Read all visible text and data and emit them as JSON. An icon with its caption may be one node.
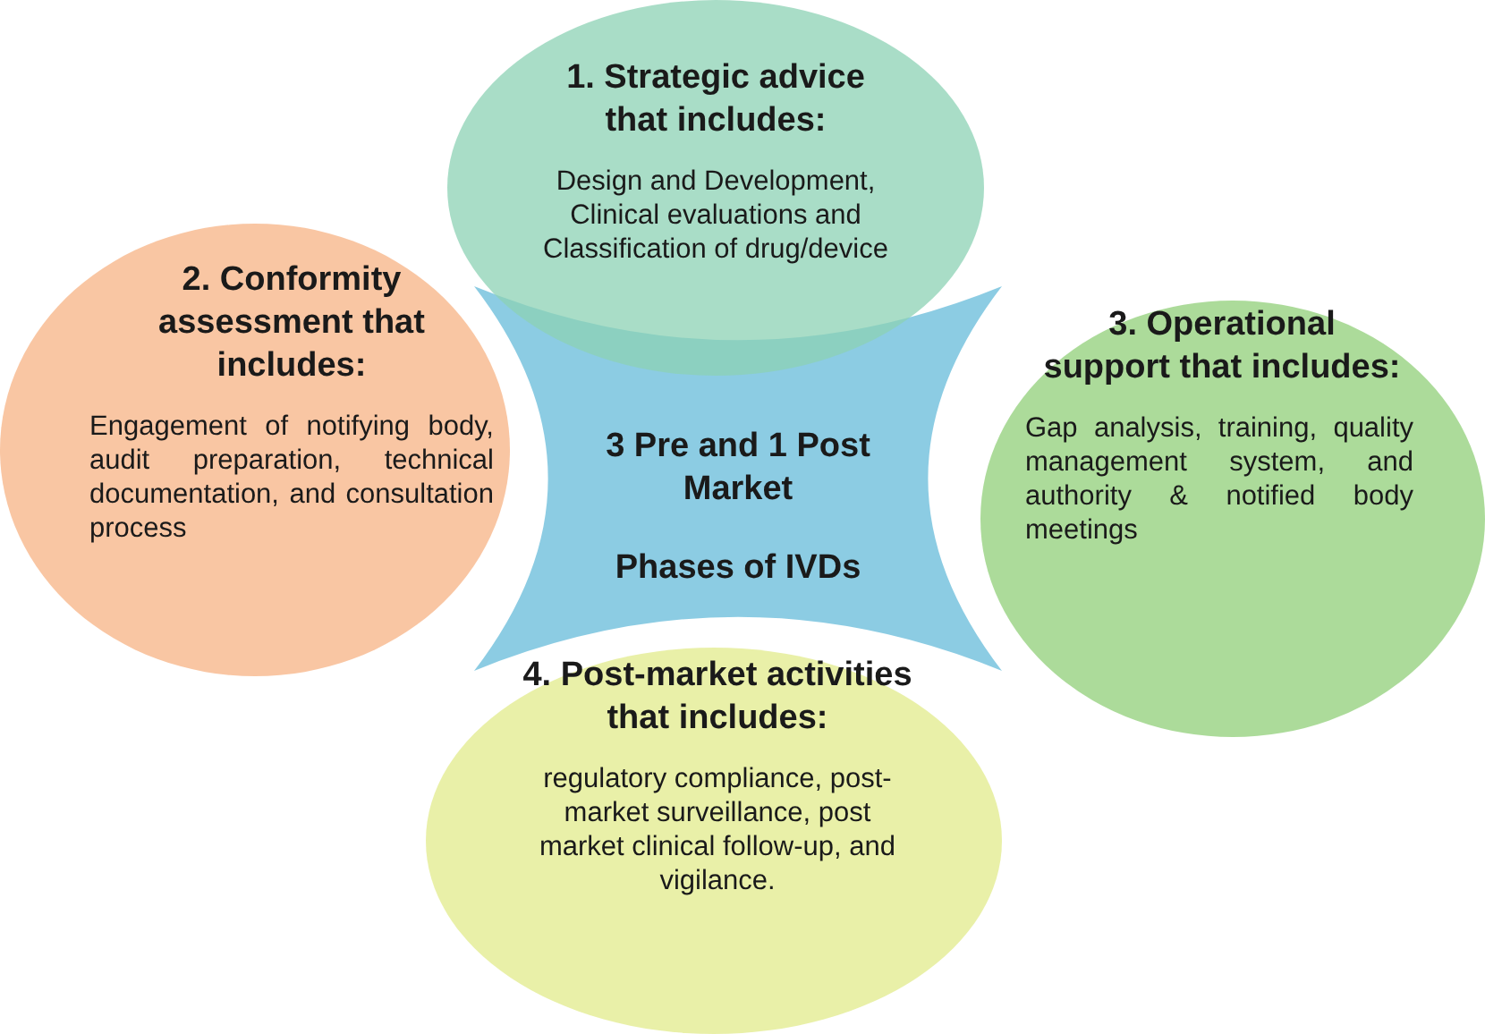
{
  "diagram": {
    "nodes": [
      {
        "text": [
          "3 Pre and 1 Post Market",
          "Phases of IVDs"
        ]
      },
      {
        "text": [
          "1.  Strategic advice that includes:",
          "Design and Development, Clinical evaluations and Classification of drug/device"
        ]
      },
      {
        "text": [
          "2.  Conformity assessment that includes:",
          "Engagement of notifying body, audit preparation, technical documentation, and consultation process"
        ]
      },
      {
        "text": [
          "3. Operational support  that includes:",
          "Gap analysis, training, quality management system, and authority & notified body meetings"
        ]
      },
      {
        "text": [
          "4.  Post-market activities that includes:",
          "regulatory compliance, post-market surveillance, post market clinical follow-up, and vigilance."
        ]
      }
    ]
  }
}
